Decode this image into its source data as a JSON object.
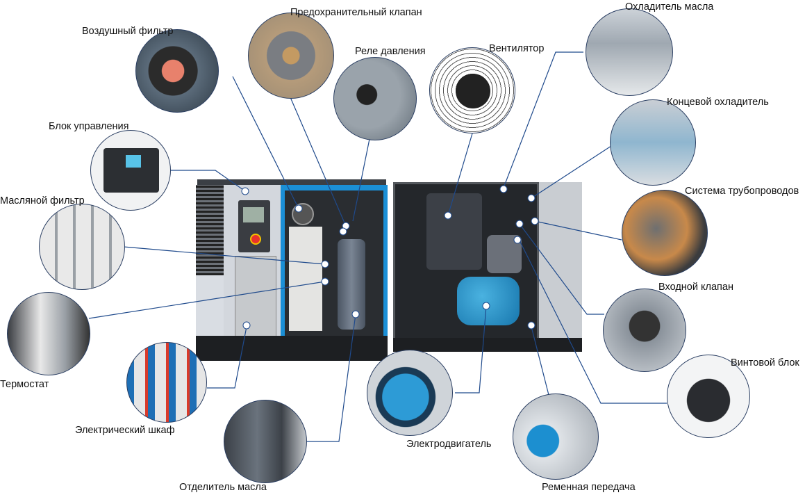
{
  "labels": {
    "safety_valve": "Предохранительный клапан",
    "air_filter": "Воздушный фильтр",
    "pressure_switch": "Реле давления",
    "fan": "Вентилятор",
    "oil_cooler": "Охладитель масла",
    "aftercooler": "Концевой охладитель",
    "control_unit": "Блок управления",
    "piping": "Система трубопроводов",
    "oil_filter": "Масляной фильтр",
    "inlet_valve": "Входной клапан",
    "screw_block": "Винтовой блок",
    "thermostat": "Термостат",
    "electrical_cabinet": "Электрический шкаф",
    "motor": "Электродвигатель",
    "oil_separator": "Отделитель масла",
    "belt_drive": "Ременная передача"
  },
  "colors": {
    "leader_line": "#1f4a8c",
    "accent_blue": "#1b8fd6",
    "frame_dark": "#1d1f22"
  }
}
